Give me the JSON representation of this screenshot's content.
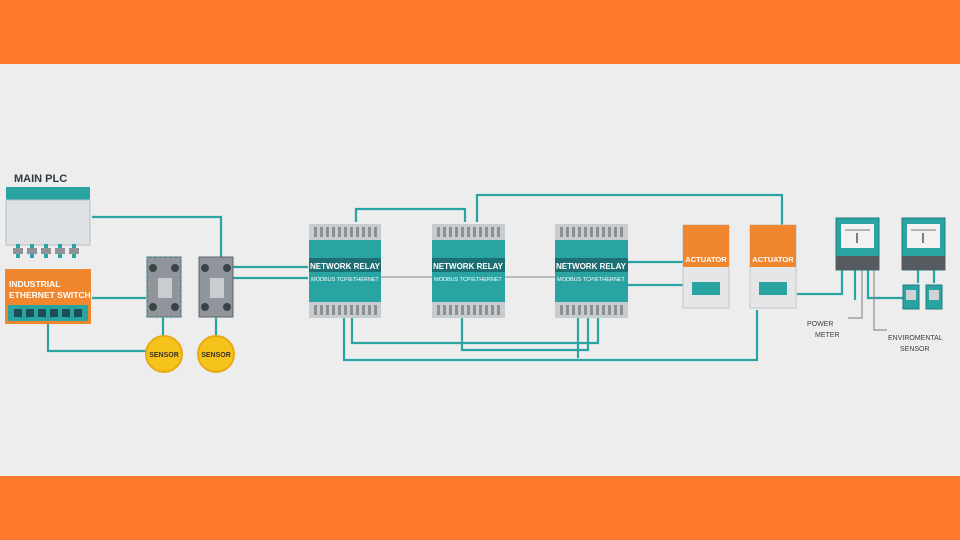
{
  "colors": {
    "band": "#ff7a2b",
    "background": "#ededed",
    "teal": "#2aa3a3",
    "teal_dark": "#1c7f80",
    "orange": "#f0872e",
    "sensor_yellow": "#f6c21c",
    "gray": "#a9adb0",
    "dark_gray": "#5f6468"
  },
  "plc": {
    "title": "MAIN PLC"
  },
  "switch": {
    "label_line1": "INDUSTRIAL",
    "label_line2": "ETHERNET SWITCH"
  },
  "sensors": [
    {
      "label": "SENSOR"
    },
    {
      "label": "SENSOR"
    }
  ],
  "relays": [
    {
      "title": "NETWORK RELAY",
      "subtitle": "MODBUS TCP/ETHERNET"
    },
    {
      "title": "NETWORK RELAY",
      "subtitle": "MODBUS TCP/ETHERNET"
    },
    {
      "title": "NETWORK RELAY",
      "subtitle": "MODBUS TCP/ETHERNET"
    }
  ],
  "actuators": [
    {
      "label": "ACTUATOR"
    },
    {
      "label": "ACTUATOR"
    }
  ],
  "power_meter": {
    "label_line1": "POWER",
    "label_line2": "METER"
  },
  "env_sensor": {
    "label_line1": "ENVIROMENTAL",
    "label_line2": "SENSOR"
  }
}
